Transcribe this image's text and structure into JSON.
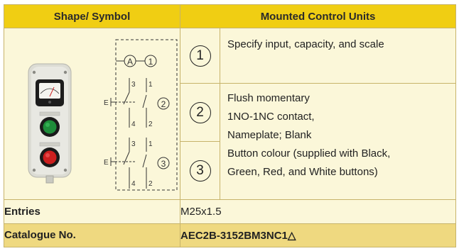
{
  "table": {
    "header_shape": "Shape/ Symbol",
    "header_units": "Mounted Control Units",
    "items": [
      {
        "number": "1",
        "lines": [
          "Specify input, capacity, and scale"
        ]
      },
      {
        "number": "2",
        "lines": [
          "Flush momentary",
          "1NO-1NC contact,",
          "Nameplate; Blank"
        ]
      },
      {
        "number": "3",
        "lines": [
          "Button colour (supplied with Black,",
          "Green, Red, and White buttons)"
        ]
      }
    ],
    "entries_label": "Entries",
    "entries_value": "M25x1.5",
    "catalogue_label": "Catalogue No.",
    "catalogue_value": "AEC2B-3152BM3NC1△"
  },
  "symbol": {
    "ammeter_letter": "A",
    "unit1": "1",
    "unit2": "2",
    "unit3": "3",
    "c3": "3",
    "c1": "1",
    "c4": "4",
    "c2": "2",
    "d3": "3",
    "d1": "1",
    "d4": "4",
    "d2": "2",
    "e1": "E",
    "e2": "E"
  },
  "colors": {
    "header_bg": "#f0ce13",
    "body_bg": "#fbf7d9",
    "catalogue_bg": "#efd980",
    "border": "#c7b36a"
  }
}
